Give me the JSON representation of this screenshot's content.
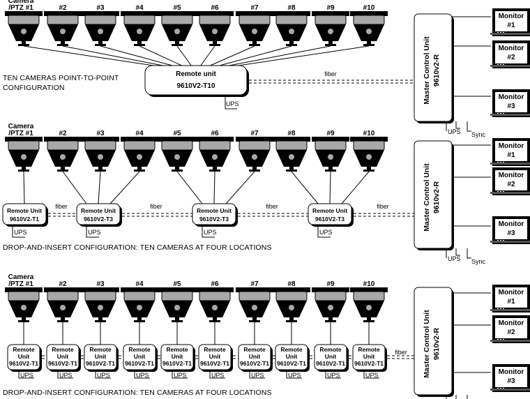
{
  "camera_first_label_line1": "Camera",
  "camera_first_label_line2": "/PTZ #1",
  "camera_numbers": [
    "#2",
    "#3",
    "#4",
    "#5",
    "#6",
    "#7",
    "#8",
    "#9",
    "#10"
  ],
  "fiber_label": "fiber",
  "ups_label": "UPS",
  "sync_label": "Sync",
  "mcu": {
    "line1": "Master Control Unit",
    "line2": "9610v2-R"
  },
  "monitors": [
    {
      "line1": "Monitor",
      "line2": "#1"
    },
    {
      "line1": "Monitor",
      "line2": "#2"
    },
    {
      "line1": "Monitor",
      "line2": "#3"
    }
  ],
  "section1": {
    "caption_line1": "TEN CAMERAS POINT-TO-POINT",
    "caption_line2": "CONFIGURATION",
    "remote": {
      "line1": "Remote unit",
      "line2": "9610V2-T10"
    }
  },
  "section2": {
    "caption": "DROP-AND-INSERT CONFIGURATION: TEN CAMERAS AT FOUR LOCATIONS",
    "remotes": [
      {
        "line1": "Remote Unit",
        "line2": "9610V2-T1"
      },
      {
        "line1": "Remote Unit",
        "line2": "9610V2-T3"
      },
      {
        "line1": "Remote Unit",
        "line2": "9610V2-T3"
      },
      {
        "line1": "Remote Unit",
        "line2": "9610V2-T3"
      }
    ]
  },
  "section3": {
    "caption": "DROP-AND-INSERT CONFIGURATION: TEN CAMERAS AT FOUR LOCATIONS",
    "remote": {
      "line1": "Remote",
      "line2": "Unit",
      "line3": "9610V2-T1"
    }
  }
}
